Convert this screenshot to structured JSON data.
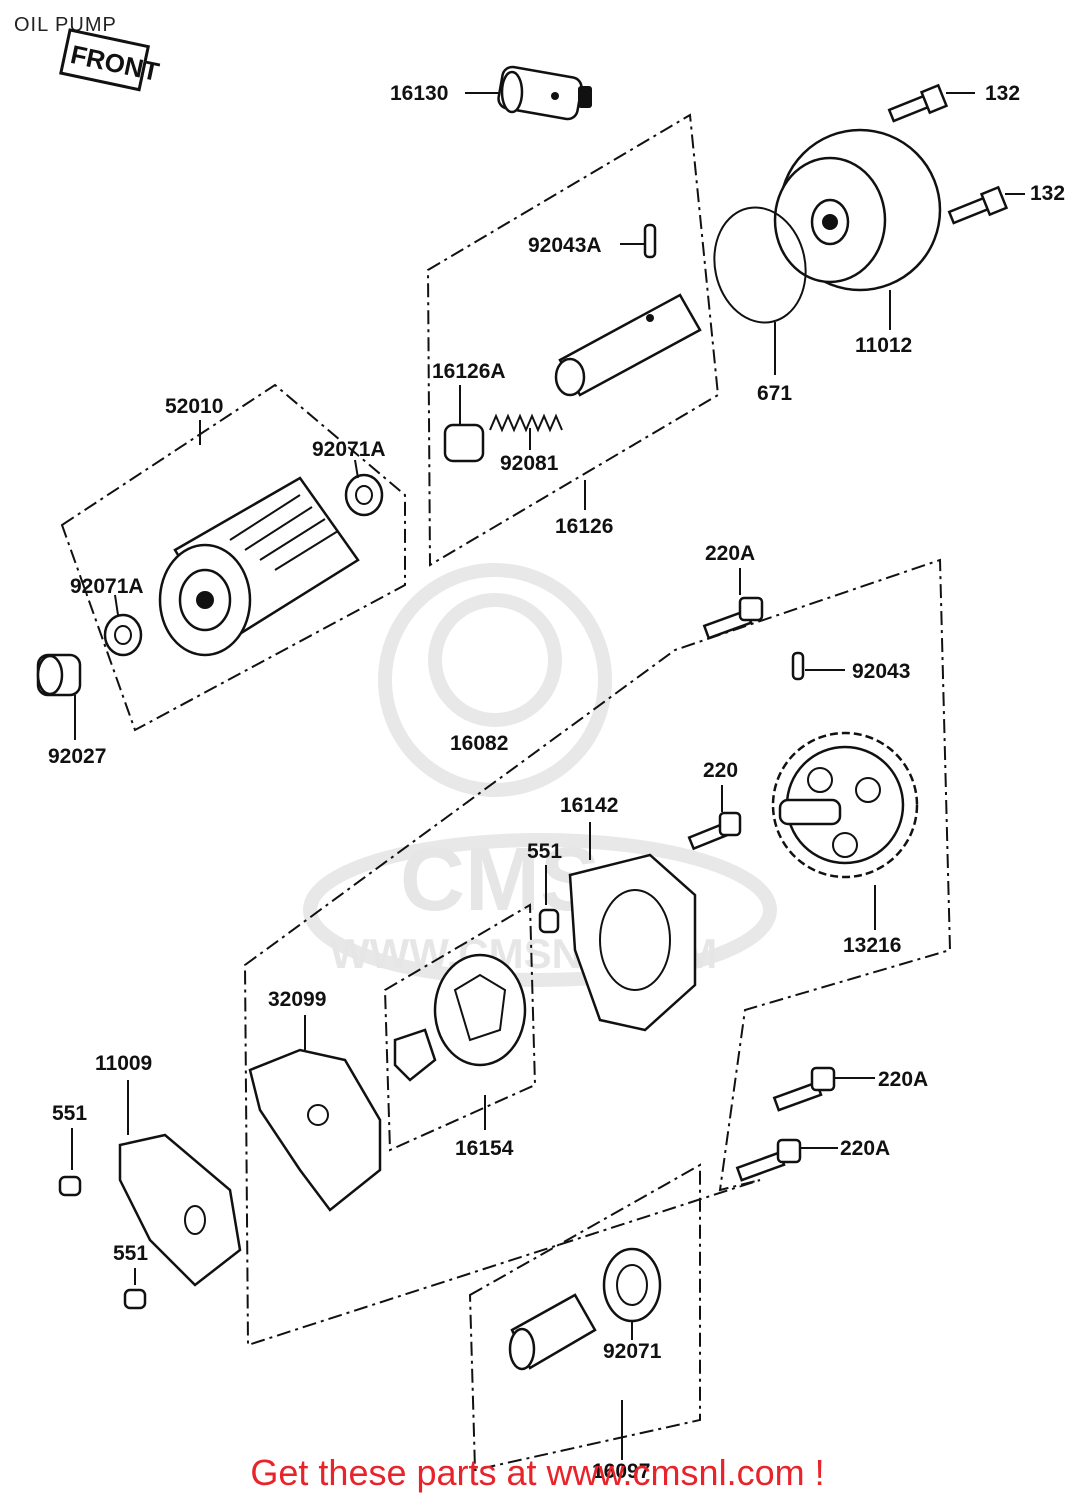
{
  "page_title": "OIL PUMP",
  "front_tag": "FRONT",
  "watermark": {
    "brand": "CMS",
    "url": "WWW.CMSNL.COM"
  },
  "footer": "Get these parts at www.cmsnl.com !",
  "parts": {
    "p16130": "16130",
    "p132a": "132",
    "p132b": "132",
    "p92043A": "92043A",
    "p11012": "11012",
    "p671": "671",
    "p16126A": "16126A",
    "p92081": "92081",
    "p16126": "16126",
    "p52010": "52010",
    "p92071A_top": "92071A",
    "p92071A_left": "92071A",
    "p92027": "92027",
    "p220A_top": "220A",
    "p92043": "92043",
    "p16082": "16082",
    "p220": "220",
    "p16142": "16142",
    "p551_mid": "551",
    "p13216": "13216",
    "p32099": "32099",
    "p11009": "11009",
    "p551_left": "551",
    "p16154": "16154",
    "p220A_mid": "220A",
    "p220A_low": "220A",
    "p551_low": "551",
    "p92071": "92071",
    "p16097": "16097"
  }
}
